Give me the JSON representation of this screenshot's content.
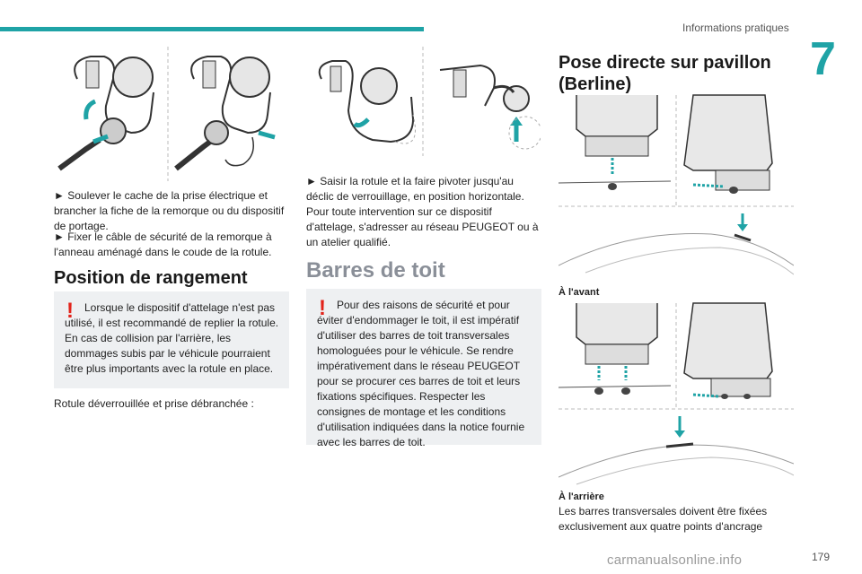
{
  "header": {
    "section": "Informations pratiques",
    "chapter": "7"
  },
  "col1": {
    "text1": "► Soulever le cache de la prise électrique et brancher la fiche de la remorque ou du dispositif de portage.",
    "text2": "► Fixer le câble de sécurité de la remorque à l'anneau aménagé dans le coude de la rotule.",
    "heading": "Position de rangement",
    "warning": "Lorsque le dispositif d'attelage n'est pas utilisé, il est recommandé de replier la rotule. En cas de collision par l'arrière, les dommages subis par le véhicule pourraient être plus importants avec la rotule en place.",
    "text3": "Rotule déverrouillée et prise débranchée :"
  },
  "col2": {
    "text1": "► Saisir la rotule et la faire pivoter jusqu'au déclic de verrouillage, en position horizontale. Pour toute intervention sur ce dispositif d'attelage, s'adresser au réseau PEUGEOT ou à un atelier qualifié.",
    "heading": "Barres de toit",
    "warning": "Pour des raisons de sécurité et pour éviter d'endommager le toit, il est impératif d'utiliser des barres de toit transversales homologuées pour le véhicule. Se rendre impérativement dans le réseau PEUGEOT pour se procurer ces barres de toit et leurs fixations spécifiques. Respecter les consignes de montage et les conditions d'utilisation indiquées dans la notice fournie avec les barres de toit."
  },
  "col3": {
    "heading": "Pose directe sur pavillon (Berline)",
    "caption_front": "À l'avant",
    "caption_rear": "À l'arrière",
    "text1": "Les barres transversales doivent être fixées exclusivement aux quatre points d'ancrage"
  },
  "footer": {
    "page": "179",
    "watermark": "carmanualsonline.info"
  },
  "colors": {
    "accent": "#1fa3a6",
    "warning": "#e2231a",
    "box": "#eef0f2"
  },
  "icons": [
    "warning-icon"
  ]
}
